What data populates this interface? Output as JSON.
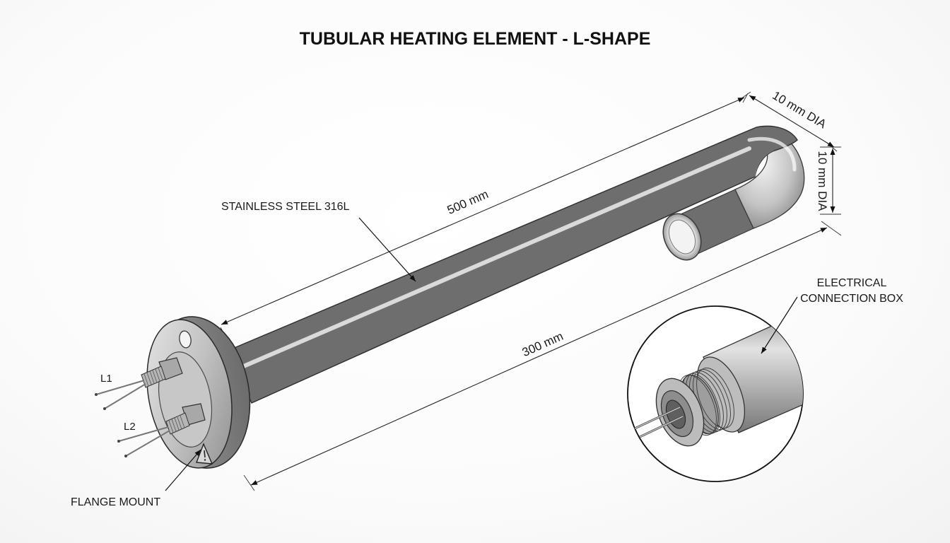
{
  "title": "TUBULAR HEATING ELEMENT - L-SHAPE",
  "callouts": {
    "material": "STAINLESS STEEL 316L",
    "flange": "FLANGE MOUNT",
    "connection_line1": "ELECTRICAL",
    "connection_line2": "CONNECTION BOX"
  },
  "dimensions": {
    "length_long": "500 mm",
    "length_short": "300 mm",
    "diameter_top": "10 mm DIA",
    "diameter_side": "10 mm DIA"
  },
  "terminals": {
    "l1": "L1",
    "l2": "L2"
  },
  "icons": {
    "warning": "warning-triangle-icon"
  },
  "colors": {
    "steel_light": "#eeeeee",
    "steel_mid": "#bdbdbd",
    "steel_dark": "#7a7a7a",
    "ink": "#1a1a1a"
  }
}
